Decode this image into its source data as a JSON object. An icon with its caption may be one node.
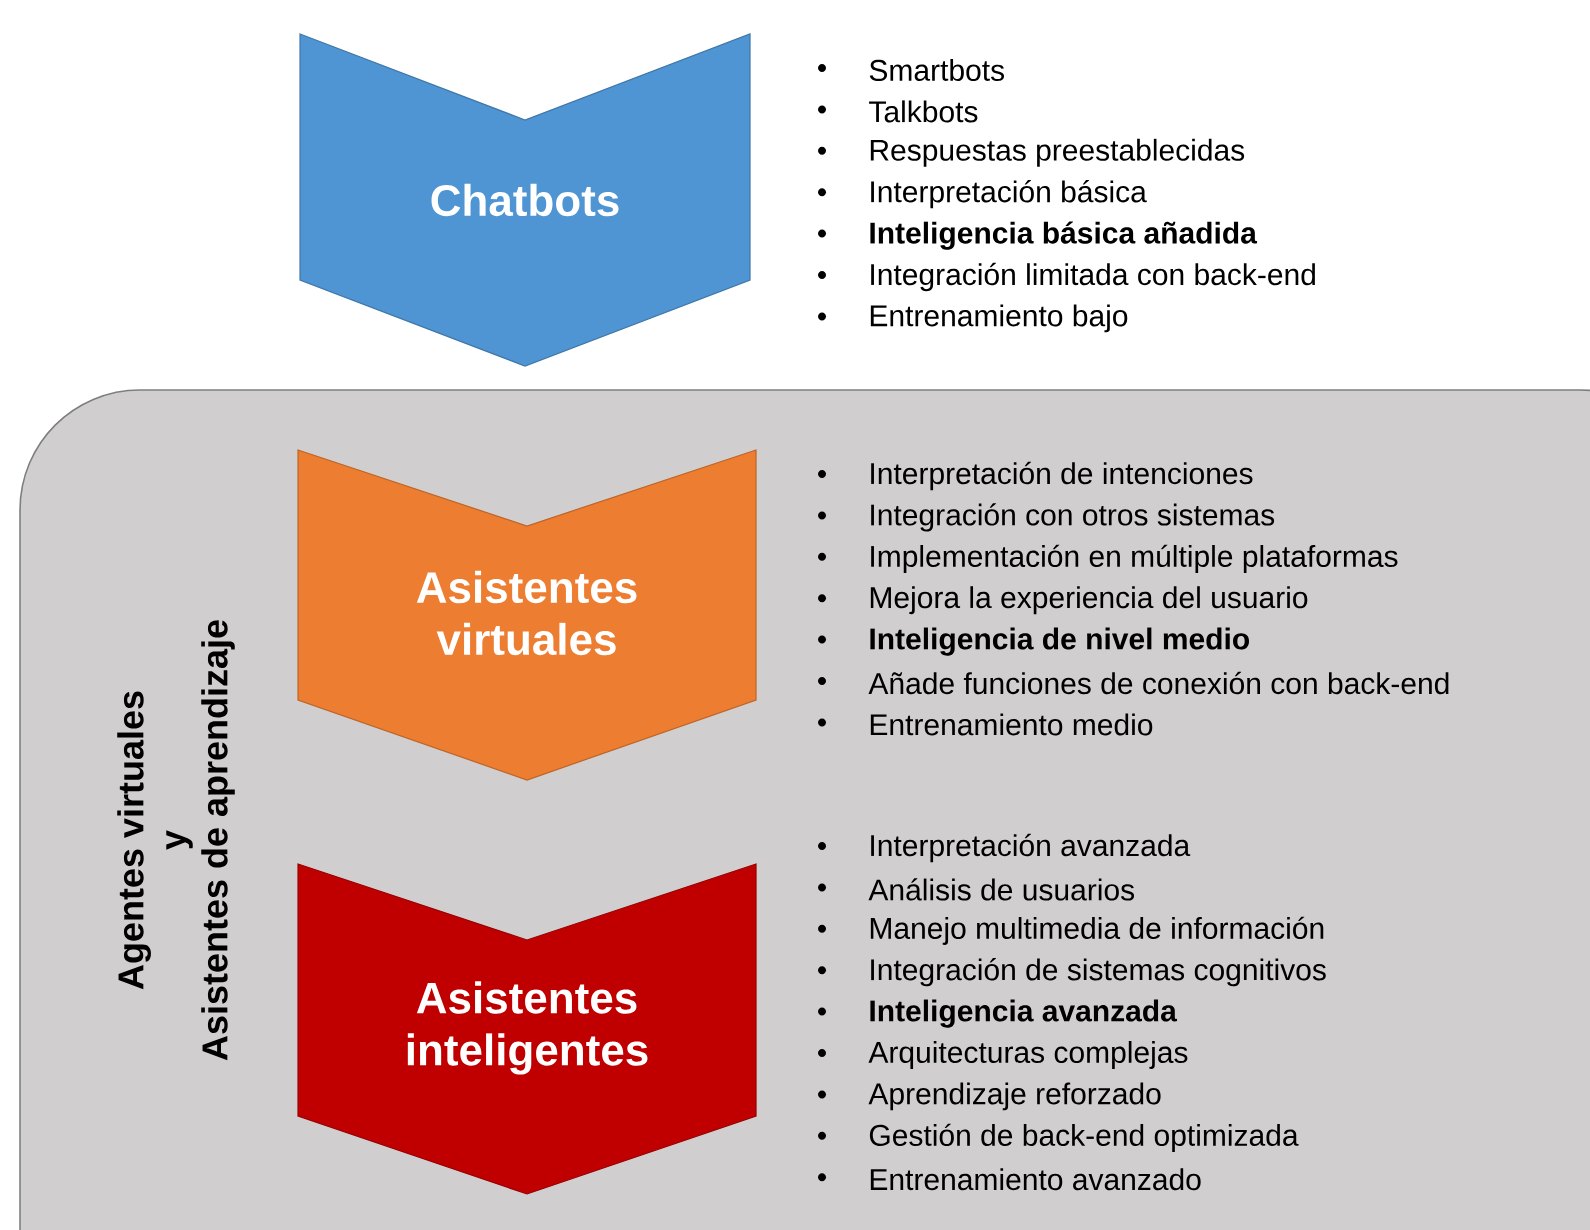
{
  "diagram": {
    "nodes": [
      {
        "text": [
          "Chatbots"
        ],
        "beside": [
          "Smartbots",
          "Talkbots",
          "Respuestas preestablecidas",
          "Interpretación básica",
          "**Inteligencia básica añadida**",
          "Integración limitada con back-end",
          "Entrenamiento bajo"
        ]
      },
      {
        "text": [
          "Agentes virtuales",
          "y",
          "Asistentes de aprendizaje"
        ]
      },
      {
        "text": [
          "Asistentes virtuales"
        ],
        "in": 1,
        "beside": [
          "Interpretación de intenciones",
          "Integración con otros sistemas",
          "Implementación en múltiple plataformas",
          "Mejora la experiencia del usuario",
          "**Inteligencia de nivel medio**",
          "Añade funciones de conexión con back-end",
          "Entrenamiento medio"
        ]
      },
      {
        "text": [
          "Asistentes inteligentes"
        ],
        "in": 1,
        "beside": [
          "Interpretación avanzada",
          "Análisis de usuarios",
          "Manejo multimedia de información",
          "Integración de sistemas cognitivos",
          "**Inteligencia avanzada**",
          "Arquitecturas complejas",
          "Aprendizaje reforzado",
          "Gestión de back-end optimizada",
          "Entrenamiento avanzado"
        ]
      }
    ],
    "edges": []
  }
}
